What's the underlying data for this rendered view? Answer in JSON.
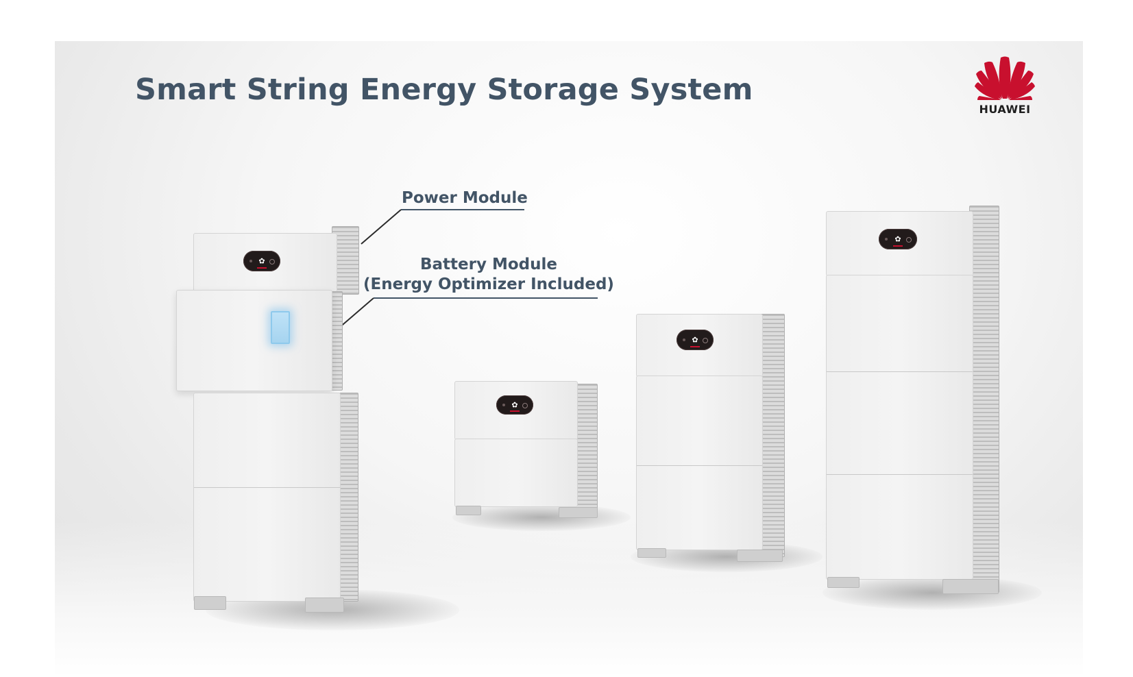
{
  "slide": {
    "title": "Smart String Energy Storage System",
    "brand": {
      "name": "HUAWEI",
      "logo_icon": "huawei-flower-logo",
      "logo_color": "#c8102e",
      "title_color": "#425466"
    }
  },
  "callouts": {
    "power_module": "Power Module",
    "battery_module_line1": "Battery Module",
    "battery_module_line2": "(Energy Optimizer Included)"
  },
  "products": [
    {
      "name": "exploded-unit",
      "battery_modules": 3
    },
    {
      "name": "unit-1-battery",
      "battery_modules": 1
    },
    {
      "name": "unit-2-batteries",
      "battery_modules": 2
    },
    {
      "name": "unit-3-batteries",
      "battery_modules": 3
    }
  ]
}
